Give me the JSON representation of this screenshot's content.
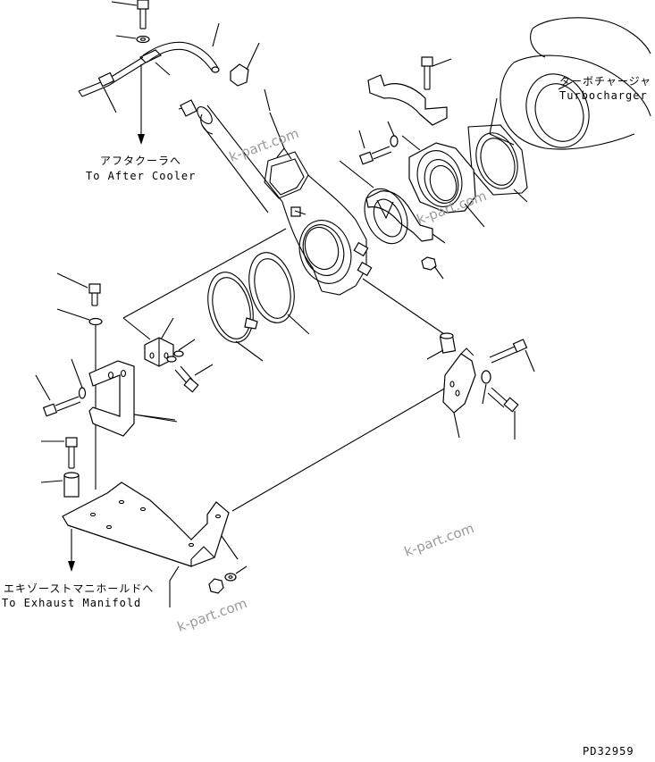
{
  "labels": {
    "after_cooler_jp": "アフタクーラへ",
    "after_cooler_en": "To After Cooler",
    "turbo_jp": "ターボチャージャ",
    "turbo_en": "Turbocharger",
    "exhaust_jp": "エキゾーストマニホールドへ",
    "exhaust_en": "To Exhaust Manifold",
    "drawing_number": "PD32959"
  },
  "watermarks": [
    "k-part.com",
    "k-part.com",
    "k-part.com",
    "k-part.com"
  ],
  "colors": {
    "line": "#000000",
    "background": "#ffffff",
    "watermark": "#9a9a9a"
  }
}
